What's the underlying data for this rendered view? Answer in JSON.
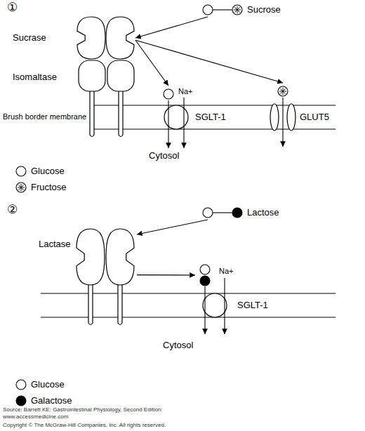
{
  "diagram": {
    "nodes": [
      {
        "text": [
          "Sucrose"
        ]
      },
      {
        "text": [
          "Sucrase"
        ]
      },
      {
        "text": [
          "Isomaltase"
        ]
      },
      {
        "text": [
          "SGLT-1"
        ]
      },
      {
        "text": [
          "GLUT5"
        ]
      },
      {
        "text": [
          "Lactose"
        ]
      },
      {
        "text": [
          "Lactase"
        ]
      },
      {
        "text": [
          "SGLT-1"
        ]
      }
    ],
    "edges": [
      {
        "from": 0,
        "to": 1,
        "arrow": "to"
      },
      {
        "from": 1,
        "to": 3,
        "arrow": "to"
      },
      {
        "from": 1,
        "to": 4,
        "arrow": "to"
      },
      {
        "from": 5,
        "to": 6,
        "arrow": "to"
      },
      {
        "from": 6,
        "to": 7,
        "arrow": "to"
      }
    ],
    "labels": [
      "①",
      "Brush border membrane",
      "Na+",
      "Cytosol",
      "②",
      "Na+",
      "Cytosol",
      "Source: Barrett KE: Gastrointestinal Physiology, Second Edition: www.accessmedicine.com",
      "Copyright © The McGraw-Hill Companies, Inc. All rights reserved."
    ],
    "legend": [
      {
        "text": "Glucose"
      },
      {
        "text": "Fructose"
      },
      {
        "text": "Glucose"
      },
      {
        "text": "Galactose"
      }
    ]
  }
}
